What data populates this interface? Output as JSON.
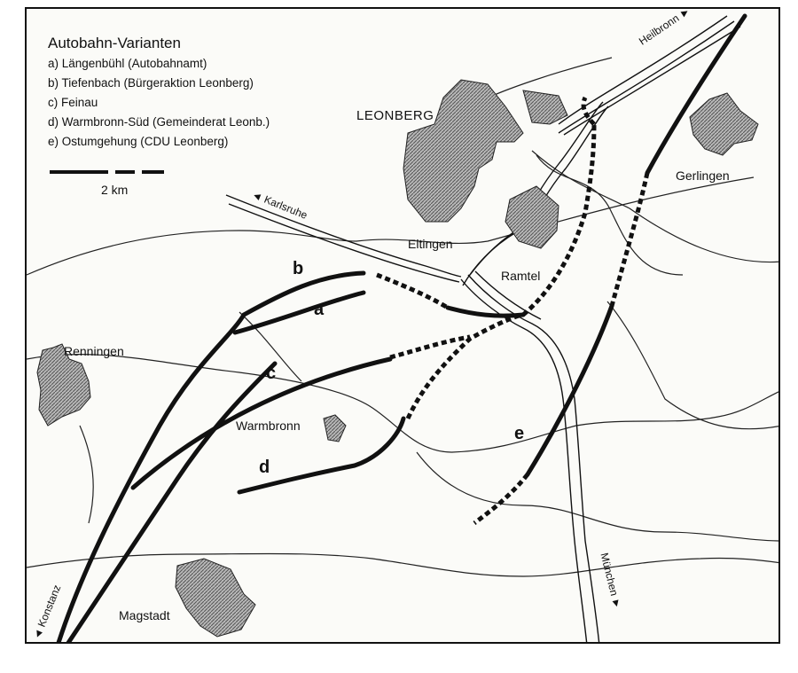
{
  "legend": {
    "title": "Autobahn-Varianten",
    "items": [
      "a) Längenbühl (Autobahnamt)",
      "b) Tiefenbach (Bürgeraktion Leonberg)",
      "c) Feinau",
      "d) Warmbronn-Süd (Gemeinderat Leonb.)",
      "e) Ostumgehung (CDU Leonberg)"
    ]
  },
  "scale": {
    "label": "2 km"
  },
  "places": {
    "leonberg": "LEONBERG",
    "eltingen": "Eltingen",
    "ramtel": "Ramtel",
    "gerlingen": "Gerlingen",
    "renningen": "Renningen",
    "warmbronn": "Warmbronn",
    "magstadt": "Magstadt"
  },
  "roads": {
    "heilbronn": "Heilbronn ►",
    "karlsruhe": "◄ Karlsruhe",
    "muenchen": "München ►",
    "konstanz": "◄ Konstanz"
  },
  "variants": {
    "a": "a",
    "b": "b",
    "c": "c",
    "d": "d",
    "e": "e"
  },
  "colors": {
    "ink": "#111111",
    "town_fill": "#9a9a9a",
    "paper": "#fbfbf8"
  }
}
